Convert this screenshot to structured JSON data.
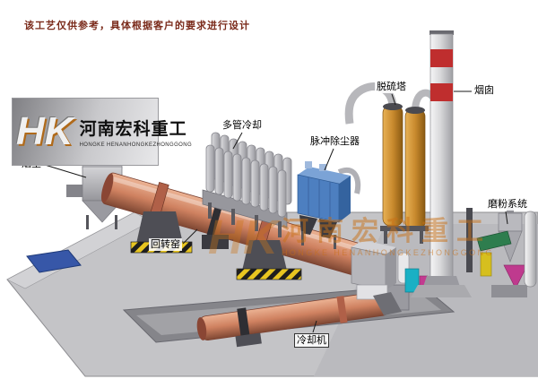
{
  "page": {
    "disclaimer": "该工艺仅供参考，具体根据客户的要求进行设计"
  },
  "logo": {
    "emblem": "HK",
    "name_cn": "河南宏科重工",
    "name_en": "HONGKE HENANHONGKEZHONGGONG"
  },
  "watermark": {
    "emblem": "HK",
    "name_cn": "河南宏科重工",
    "name_en": "HONGKE HENANHONGKEZHONGGONG"
  },
  "labels": {
    "smoke_chamber": "烟室",
    "multi_tube_cooler": "多管冷却",
    "pulse_dust_collector": "脉冲除尘器",
    "desulfurization_tower": "脱硫塔",
    "chimney": "烟囱",
    "grinding_system": "磨粉系统",
    "rotary_kiln": "回转窑",
    "cooling_machine": "冷却机"
  },
  "colors": {
    "kiln_salmon": "#cf8160",
    "dust_collector_blue": "#4d7fc0",
    "tower_orange": "#c98a2e",
    "chimney_band_red": "#bf2e2e",
    "hazard_yellow": "#e8c520",
    "watermark_orange": "#c87a1e",
    "ground_gray": "#c4c4c7"
  }
}
